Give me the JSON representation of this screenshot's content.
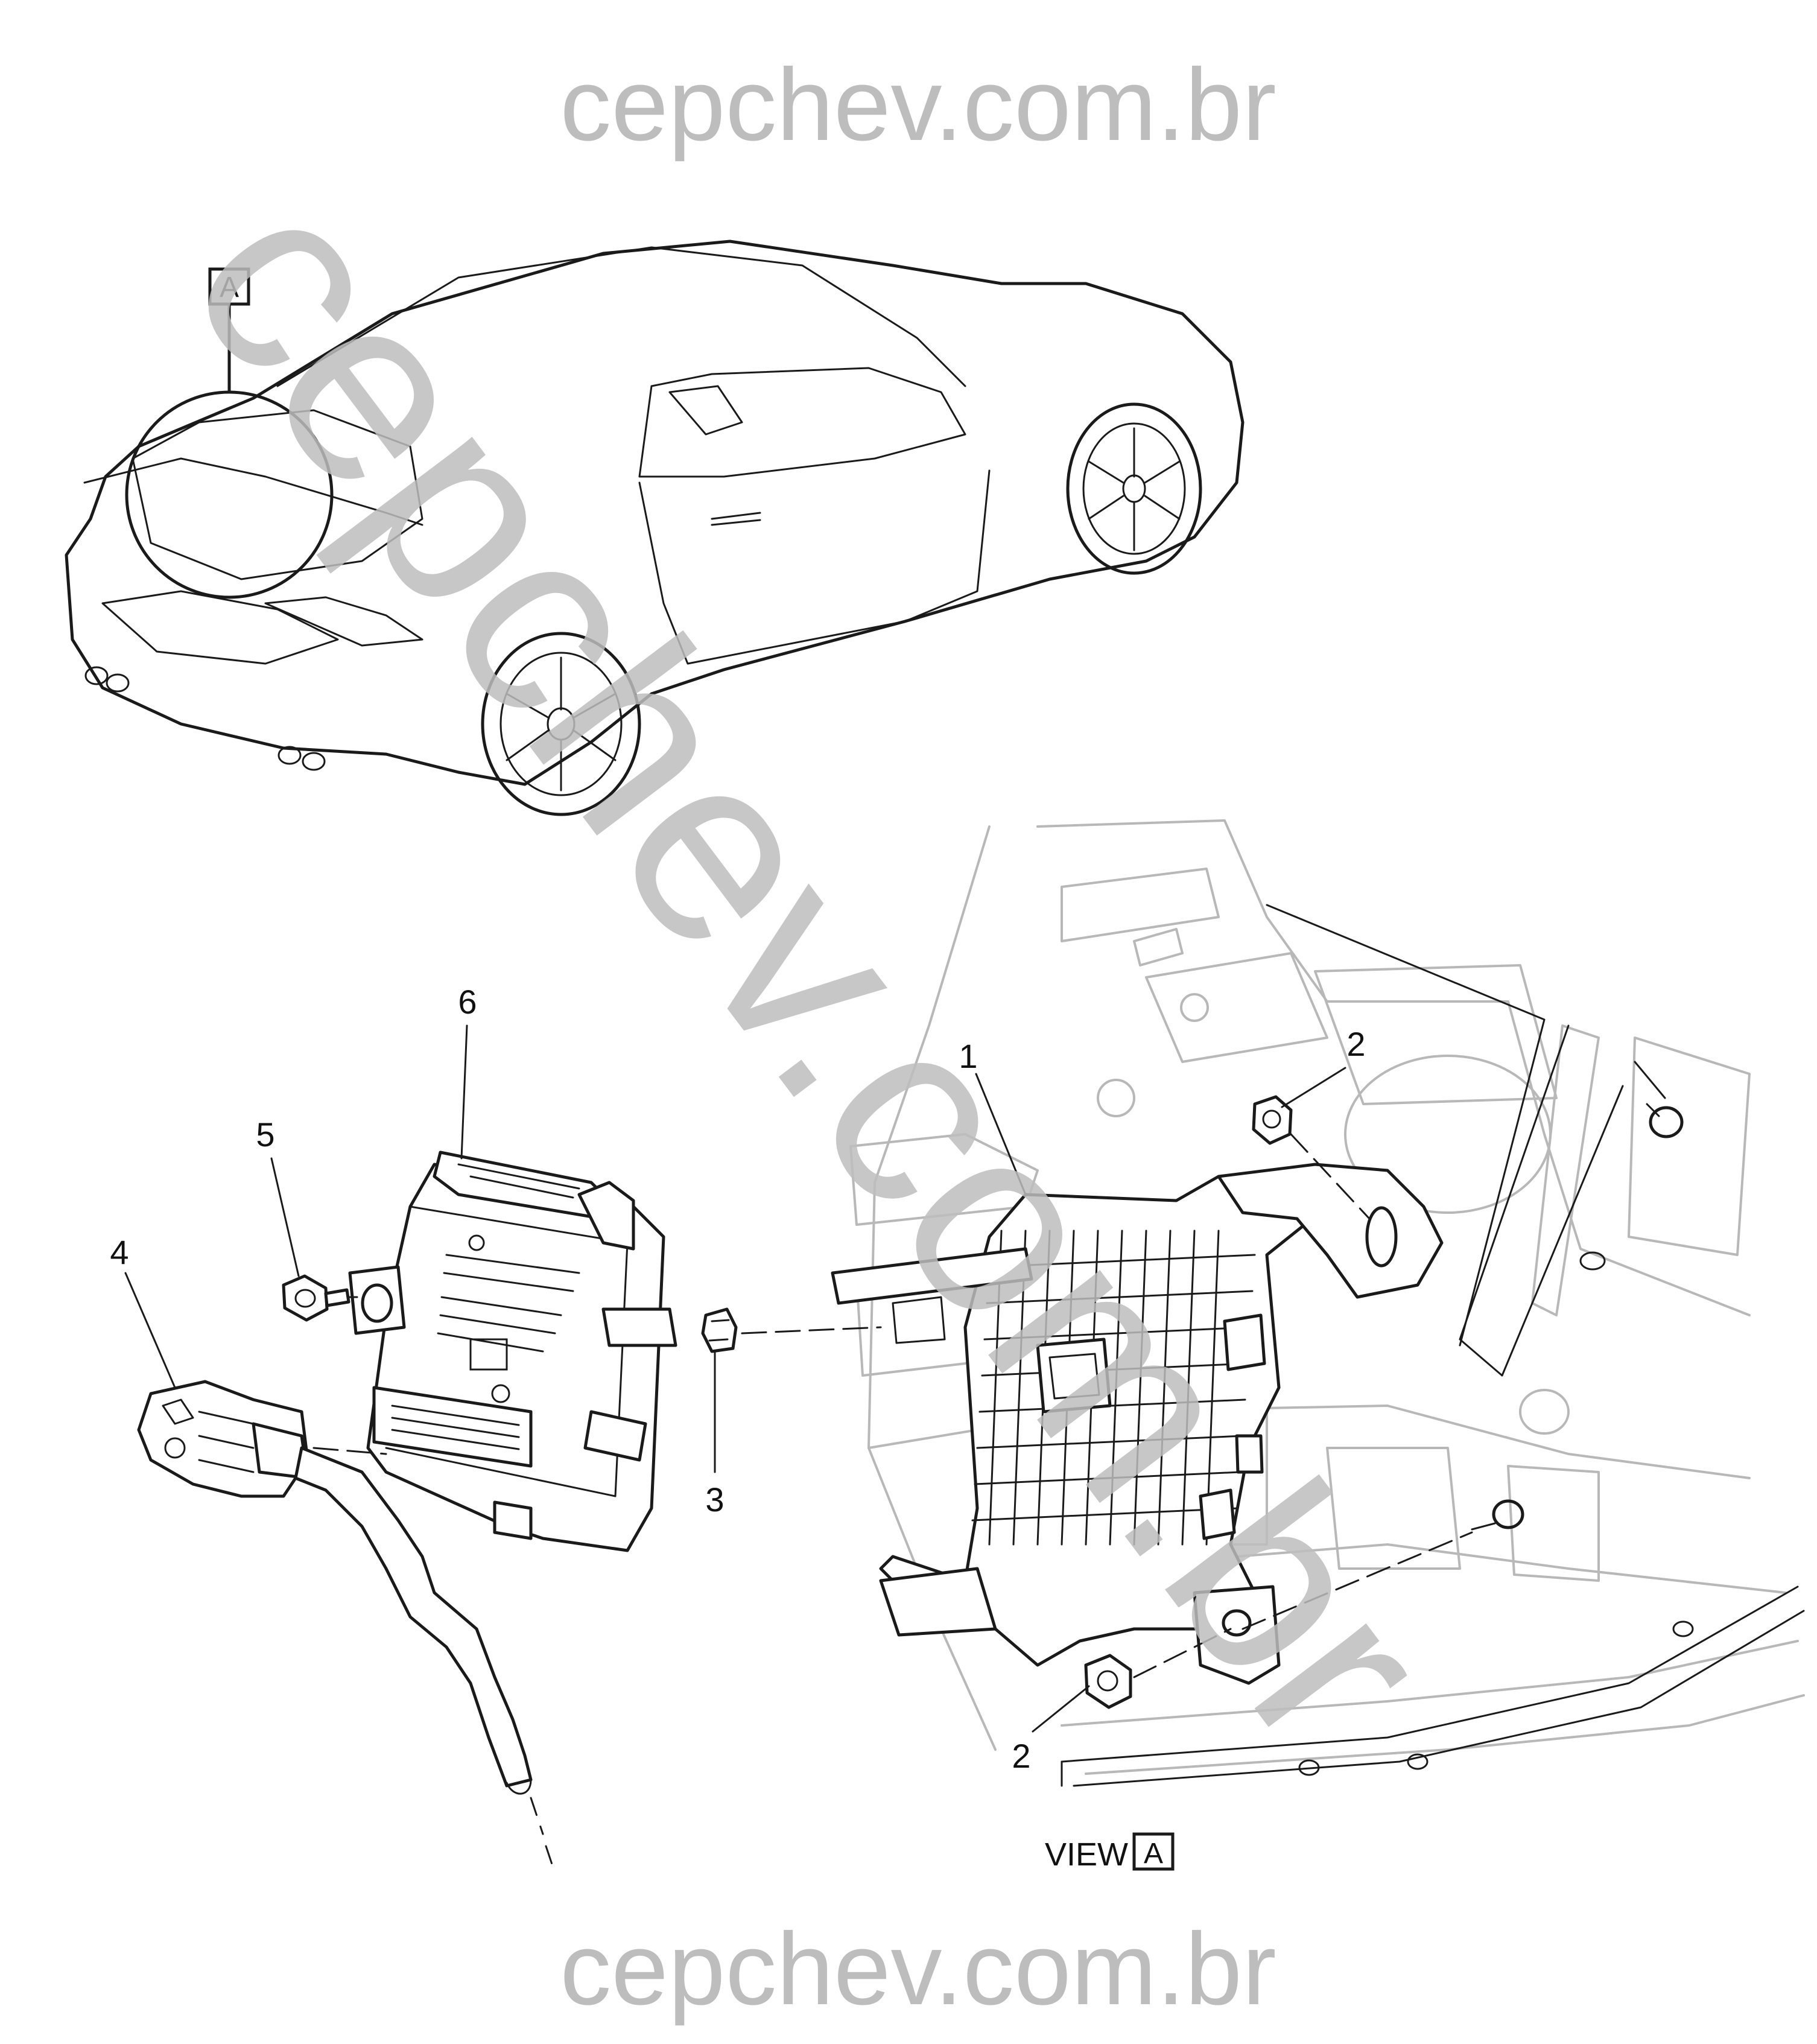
{
  "watermark": {
    "top_text": "cepchev.com.br",
    "bottom_text": "cepchev.com.br",
    "diagonal_text": "cepchev.com.br",
    "color": "#bdbdbd"
  },
  "callouts": {
    "detail_marker": "A",
    "item_1": "1",
    "item_2_upper": "2",
    "item_2_lower": "2",
    "item_3": "3",
    "item_4": "4",
    "item_5": "5",
    "item_6": "6"
  },
  "view_caption": {
    "word": "VIEW",
    "marker": "A"
  },
  "colors": {
    "line": "#1a1a1a",
    "background": "#ffffff",
    "hidden_structure": "#b8b8b8"
  }
}
